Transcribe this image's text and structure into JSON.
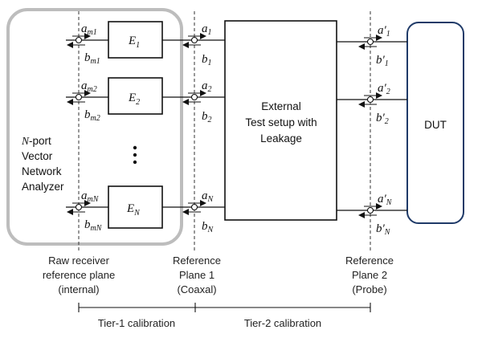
{
  "vna": {
    "label_line1_italic": "N",
    "label_line1": "-port",
    "label_line2": "Vector",
    "label_line3": "Network",
    "label_line4": "Analyzer",
    "ellipsis": "⋮"
  },
  "error_boxes": [
    {
      "letter": "E",
      "sub": "1"
    },
    {
      "letter": "E",
      "sub": "2"
    },
    {
      "letter": "E",
      "sub": "N"
    }
  ],
  "raw_waves": [
    {
      "a": "a",
      "a_sub": "m1",
      "b": "b",
      "b_sub": "m1"
    },
    {
      "a": "a",
      "a_sub": "m2",
      "b": "b",
      "b_sub": "m2"
    },
    {
      "a": "a",
      "a_sub": "mN",
      "b": "b",
      "b_sub": "mN"
    }
  ],
  "plane1_waves": [
    {
      "a": "a",
      "a_sub": "1",
      "b": "b",
      "b_sub": "1"
    },
    {
      "a": "a",
      "a_sub": "2",
      "b": "b",
      "b_sub": "2"
    },
    {
      "a": "a",
      "a_sub": "N",
      "b": "b",
      "b_sub": "N"
    }
  ],
  "plane2_waves": [
    {
      "a": "a′",
      "a_sub": "1",
      "b": "b′",
      "b_sub": "1"
    },
    {
      "a": "a′",
      "a_sub": "2",
      "b": "b′",
      "b_sub": "2"
    },
    {
      "a": "a′",
      "a_sub": "N",
      "b": "b′",
      "b_sub": "N"
    }
  ],
  "external_box": {
    "line1": "External",
    "line2": "Test setup with",
    "line3": "Leakage"
  },
  "dut": "DUT",
  "planes": {
    "raw": {
      "line1": "Raw receiver",
      "line2": "reference plane",
      "line3": "(internal)"
    },
    "ref1": {
      "line1": "Reference",
      "line2": "Plane 1",
      "line3": "(Coaxal)"
    },
    "ref2": {
      "line1": "Reference",
      "line2": "Plane 2",
      "line3": "(Probe)"
    }
  },
  "calibrations": {
    "tier1": "Tier-1 calibration",
    "tier2": "Tier-2 calibration"
  }
}
